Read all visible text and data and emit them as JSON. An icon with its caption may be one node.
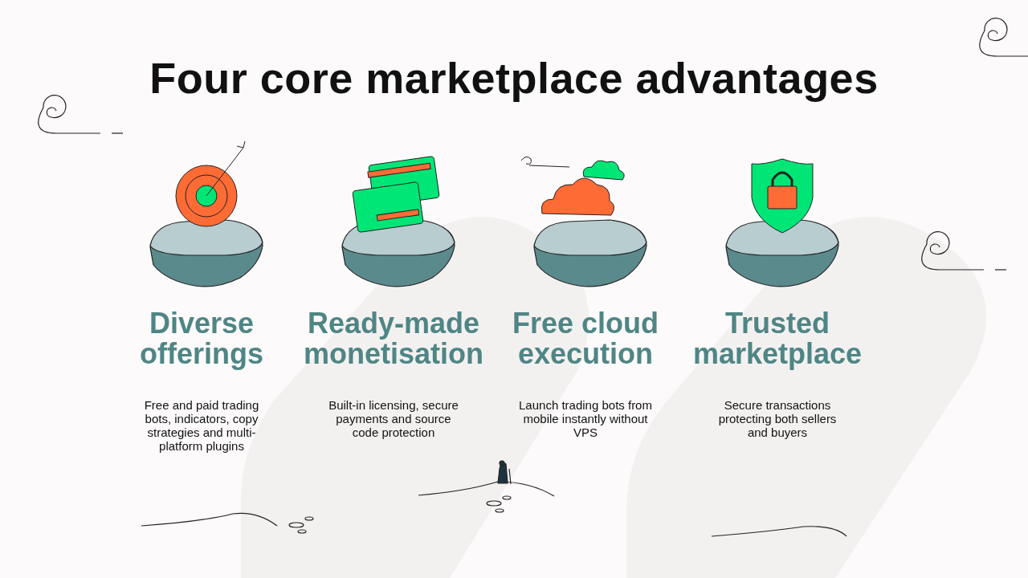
{
  "diagram": {
    "title": "Four core marketplace advantages",
    "nodes": [
      {
        "text": [
          "Diverse offerings",
          "Free and paid trading bots, indicators, copy strategies and multi-platform plugins"
        ]
      },
      {
        "text": [
          "Ready-made monetisation",
          "Built-in licensing, secure payments and source code protection"
        ]
      },
      {
        "text": [
          "Free cloud execution",
          "Launch trading bots from mobile instantly without VPS"
        ]
      },
      {
        "text": [
          "Trusted marketplace",
          "Secure transactions protecting both sellers and buyers"
        ]
      }
    ]
  }
}
